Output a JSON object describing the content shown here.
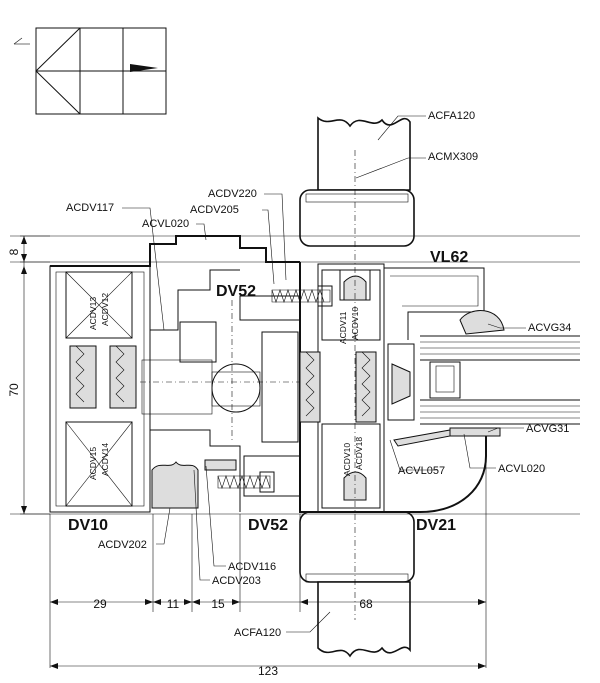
{
  "labels": {
    "acfa120_top": "ACFA120",
    "acmx309": "ACMX309",
    "acdv220": "ACDV220",
    "acdv205": "ACDV205",
    "acdv117": "ACDV117",
    "acvl020_top": "ACVL020",
    "vl62": "VL62",
    "dv52_top": "DV52",
    "acvg34": "ACVG34",
    "acvg31": "ACVG31",
    "acvl057": "ACVL057",
    "acvl020_bottom": "ACVL020",
    "dv10": "DV10",
    "dv52_bottom": "DV52",
    "dv21": "DV21",
    "acdv202": "ACDV202",
    "acdv116": "ACDV116",
    "acdv203": "ACDV203",
    "acfa120_bottom": "ACFA120",
    "acdv13": "ACDV13",
    "acdv12": "ACDV12",
    "acdv15": "ACDV15",
    "acdv14": "ACDV14",
    "acdv11": "ACDV11",
    "acdv10a": "ACDV10",
    "acdv10b": "ACDV10",
    "acdv18": "ACDV18"
  },
  "dimensions": {
    "height_small": "8",
    "height_total": "70",
    "w29": "29",
    "w11": "11",
    "w15": "15",
    "w68": "68",
    "w123": "123"
  }
}
